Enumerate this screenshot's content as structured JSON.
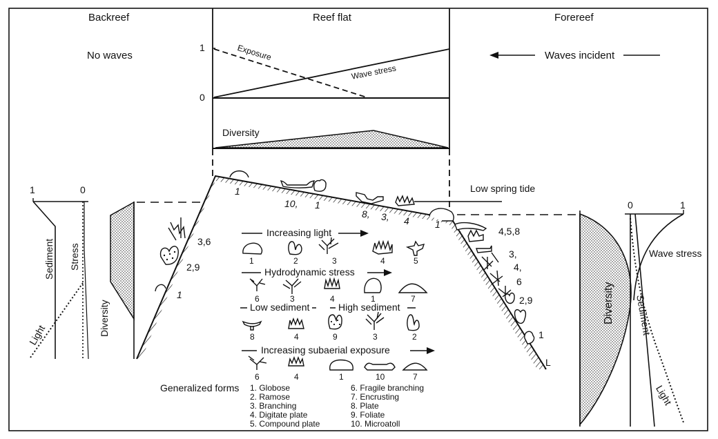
{
  "zones": {
    "backreef": "Backreef",
    "reef_flat": "Reef flat",
    "forereef": "Forereef"
  },
  "waves": {
    "no_waves": "No waves",
    "waves_incident": "Waves incident"
  },
  "top_panel": {
    "one": "1",
    "zero": "0",
    "exposure": "Exposure",
    "wave_stress": "Wave stress",
    "diversity": "Diversity"
  },
  "tide": "Low spring tide",
  "backreef_profile": {
    "one": "1",
    "zero": "0",
    "sediment": "Sediment",
    "stress": "Stress",
    "light": "Light",
    "diversity": "Diversity"
  },
  "forereef_profile": {
    "zero": "0",
    "one": "1",
    "diversity": "Diversity",
    "wave_stress": "Wave stress",
    "sediment": "Sediment",
    "light": "Light"
  },
  "slope_numbers": {
    "flat": [
      "1",
      "10,",
      "1",
      "8,",
      "3,",
      "4",
      "1"
    ],
    "back": [
      "3,6",
      "2,9",
      "1"
    ],
    "fore": [
      "4,5,8",
      "3,",
      "4,",
      "6",
      "2,9",
      "1",
      "L"
    ]
  },
  "legend": {
    "increasing_light": "Increasing light",
    "light_nums": [
      "1",
      "2",
      "3",
      "4",
      "5"
    ],
    "hydrodynamic_stress": "Hydrodynamic stress",
    "hydro_nums": [
      "6",
      "3",
      "4",
      "1",
      "7"
    ],
    "low_sediment": "Low sediment",
    "high_sediment": "High sediment",
    "sed_nums": [
      "8",
      "4",
      "9",
      "3",
      "2"
    ],
    "increasing_exposure": "Increasing subaerial exposure",
    "exp_nums": [
      "6",
      "4",
      "1",
      "10",
      "7"
    ],
    "generalized_forms": "Generalized forms",
    "forms_col1": [
      "1. Globose",
      "2. Ramose",
      "3. Branching",
      "4. Digitate plate",
      "5. Compound plate"
    ],
    "forms_col2": [
      "6. Fragile branching",
      "7. Encrusting",
      "8. Plate",
      "9. Foliate",
      "10. Microatoll"
    ]
  },
  "chart_data": {
    "type": "line",
    "ylim": [
      0,
      1
    ],
    "series": [
      {
        "name": "Exposure",
        "x": [
          "back",
          "fore"
        ],
        "values": [
          1,
          0
        ]
      },
      {
        "name": "Wave stress",
        "x": [
          "back",
          "fore"
        ],
        "values": [
          0,
          1
        ]
      },
      {
        "name": "Diversity",
        "x": [
          "back",
          "fore"
        ],
        "values": [
          0,
          0
        ]
      }
    ]
  }
}
